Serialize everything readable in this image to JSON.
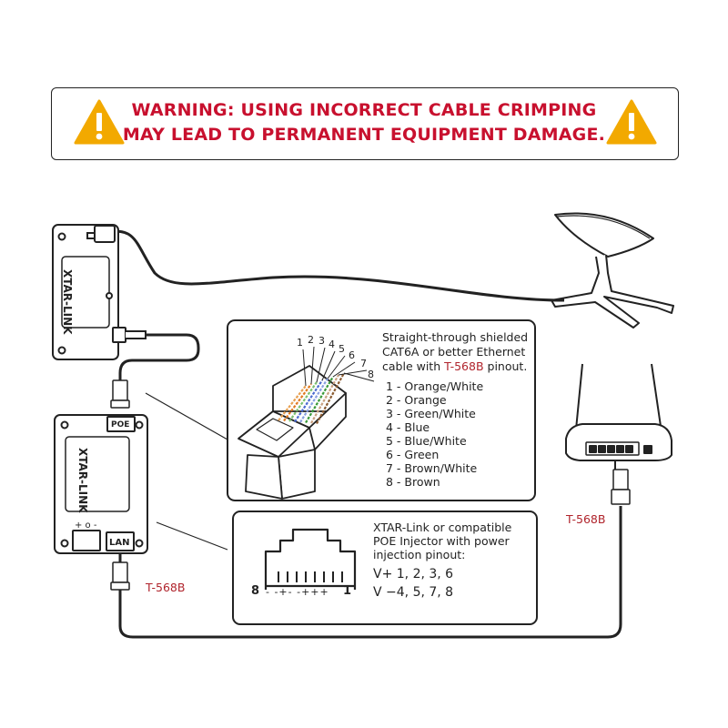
{
  "warning": {
    "line1": "WARNING: USING INCORRECT CABLE CRIMPING",
    "line2": "MAY LEAD TO PERMANENT EQUIPMENT DAMAGE.",
    "icon": "warning-triangle-icon",
    "text_color": "#c8102e",
    "icon_color": "#f2a900"
  },
  "devices": {
    "top_brand": "XTAR-LINK",
    "bottom_brand": "XTAR-LINK",
    "poe_port": "POE",
    "lan_port": "LAN",
    "power_marks": "+ o -"
  },
  "cable_info": {
    "line1": "Straight-through shielded",
    "line2": "CAT6A or better Ethernet",
    "line3_prefix": "cable with ",
    "line3_std": "T-568B",
    "line3_suffix": " pinout.",
    "pin_numbers": [
      "1",
      "2",
      "3",
      "4",
      "5",
      "6",
      "7",
      "8"
    ],
    "pinout": [
      "1 - Orange/White",
      "2 - Orange",
      "3 - Green/White",
      "4 - Blue",
      "5 - Blue/White",
      "6 - Green",
      "7 - Brown/White",
      "8 - Brown"
    ]
  },
  "poe_info": {
    "line1": "XTAR-Link or compatible",
    "line2": "POE Injector with power",
    "line3": "injection pinout:",
    "vplus": "V+ 1, 2, 3, 6",
    "vminus": "V −4, 5, 7, 8",
    "jack_left": "8",
    "jack_right": "1",
    "jack_signs": "- -+- -+++"
  },
  "labels": {
    "router_std": "T-568B",
    "device_std": "T-568B"
  },
  "wire_colors": [
    "#e8a050",
    "#e07a20",
    "#7ac070",
    "#4a6ad0",
    "#8aa0e0",
    "#3a9a3a",
    "#c8a080",
    "#8a5a30"
  ]
}
